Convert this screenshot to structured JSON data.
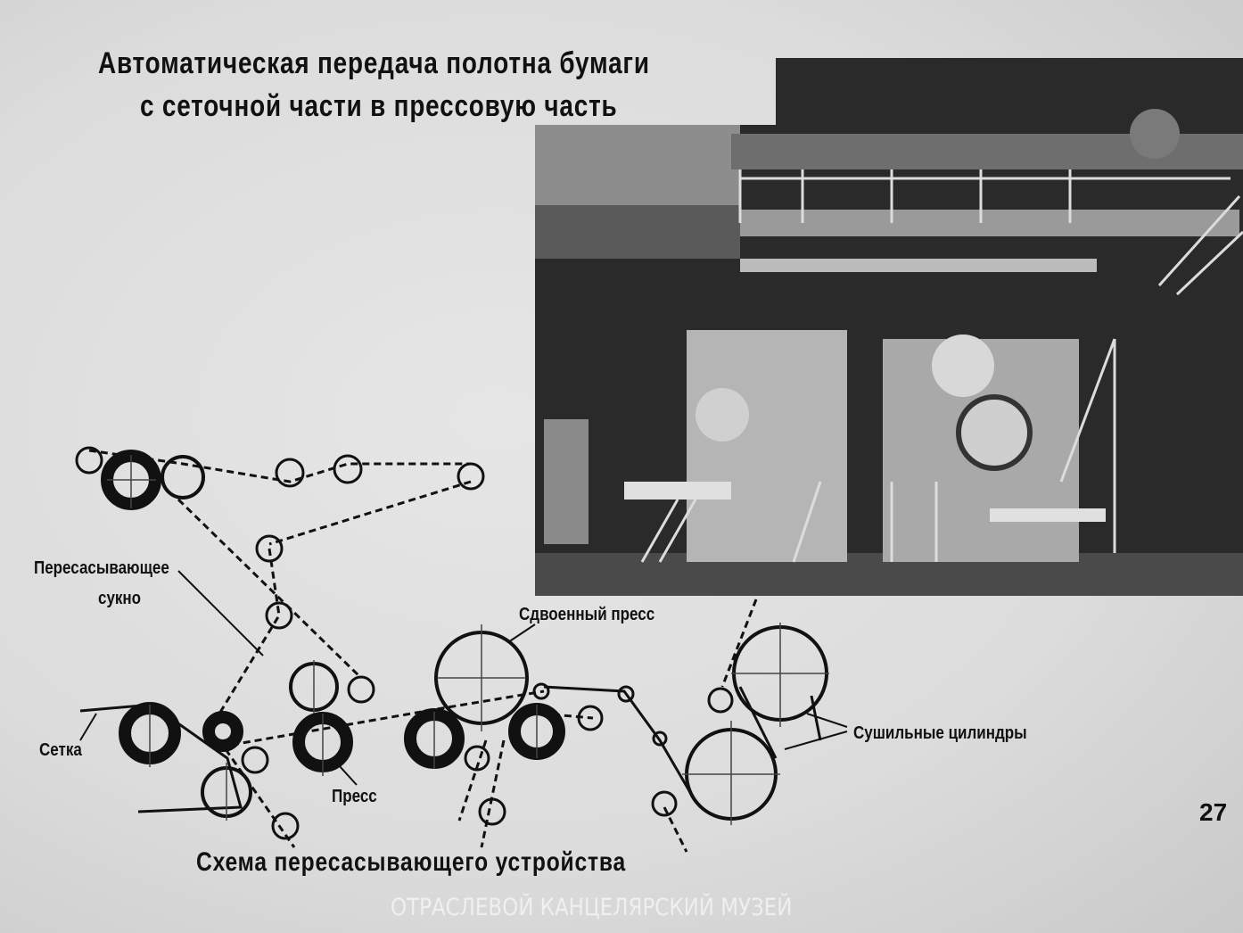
{
  "slide": {
    "title_line1": "Автоматическая передача полотна бумаги",
    "title_line2": "с сеточной части в прессовую часть",
    "page_number": "27"
  },
  "diagram": {
    "caption": "Схема пересасывающего устройства",
    "labels": {
      "felt_line1": "Пересасывающее",
      "felt_line2": "сукно",
      "wire": "Сетка",
      "press": "Пресс",
      "double_press": "Сдвоенный пресс",
      "dryers": "Сушильные цилиндры"
    }
  },
  "watermark": "ОТРАСЛЕВОЙ КАНЦЕЛЯРСКИЙ МУЗЕЙ"
}
